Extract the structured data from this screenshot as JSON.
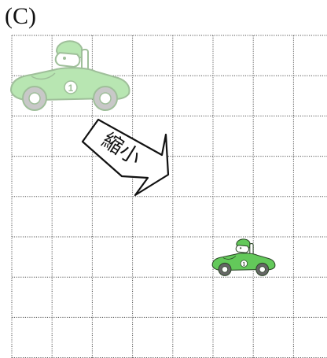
{
  "problem_label": "(C)",
  "arrow": {
    "text": "縮小"
  },
  "grid": {
    "columns": 8,
    "rows": 8,
    "line_style": "dotted"
  },
  "colors": {
    "car_body": "#63c95a",
    "car_body_faded": "#b8e6b2",
    "car_outline": "#2e4a2a",
    "car_outline_faded": "#9fbf9a",
    "wheel": "#666666",
    "wheel_faded": "#c8c8c8",
    "grid_line": "#555555"
  },
  "cars": [
    {
      "role": "original",
      "number": "1",
      "faded": true
    },
    {
      "role": "reduced",
      "number": "1",
      "faded": false
    }
  ]
}
